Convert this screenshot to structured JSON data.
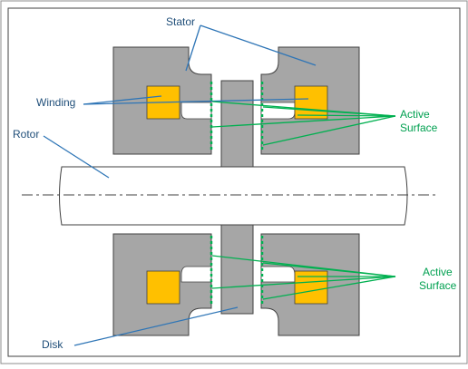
{
  "labels": {
    "stator": "Stator",
    "winding": "Winding",
    "rotor": "Rotor",
    "active_top_line1": "Active",
    "active_top_line2": "Surface",
    "active_bottom_line1": "Active",
    "active_bottom_line2": "Surface",
    "disk": "Disk"
  },
  "colors": {
    "stator_fill": "#a6a6a6",
    "stator_stroke": "#404040",
    "winding_fill": "#ffc000",
    "disk_fill": "#a6a6a6",
    "rotor_fill": "#ffffff",
    "label_blue": "#1f4e79",
    "leader_blue": "#2e75b6",
    "label_green": "#00a050",
    "leader_green": "#00b050",
    "centerline": "#404040",
    "frame": "#7f7f7f"
  }
}
